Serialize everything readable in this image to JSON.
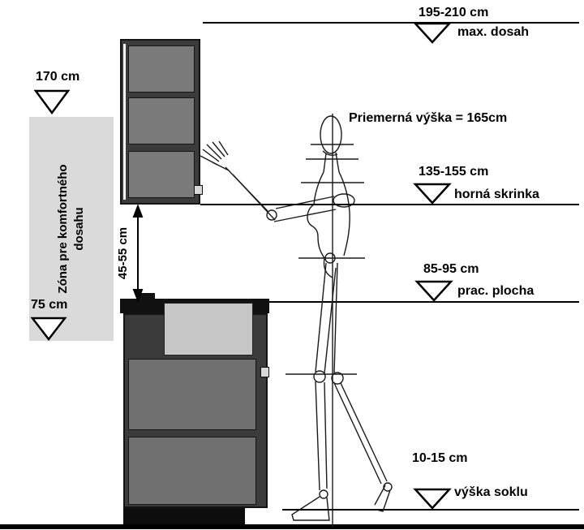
{
  "figure_title": "Priemerná výška = 165cm",
  "zone_label": "Zóna pre komfortného dosahu",
  "dims": {
    "max_dosah": {
      "value": "195-210 cm",
      "label": "max. dosah"
    },
    "reach_high": {
      "value": "170 cm"
    },
    "horna_skrinka": {
      "value": "135-155 cm",
      "label": "horná skrinka"
    },
    "gap": {
      "value": "45-55 cm"
    },
    "prac_plocha": {
      "value": "85-95 cm",
      "label": "prac. plocha"
    },
    "reach_low": {
      "value": "75 cm"
    },
    "sokel": {
      "value": "10-15 cm",
      "label": "výška soklu"
    }
  },
  "colors": {
    "cabinet_frame": "#3b3b3b",
    "cabinet_panel": "#7a7a7a",
    "base_panel": "#6f6f6f",
    "countertop": "#111111",
    "appliance_panel": "#c7c7c7",
    "comfort_zone": "#dadada",
    "line": "#000000"
  }
}
